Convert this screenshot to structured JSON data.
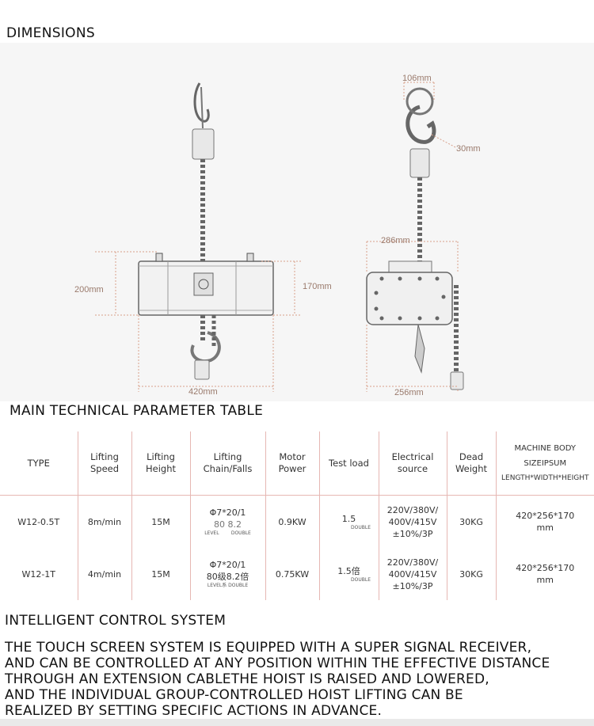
{
  "headings": {
    "dimensions": "DIMENSIONS",
    "param_table": "MAIN TECHNICAL PARAMETER TABLE",
    "control": "INTELLIGENT CONTROL SYSTEM"
  },
  "dimensions": {
    "front_height_outer": "200mm",
    "front_height_inner": "170mm",
    "front_width": "420mm",
    "side_hook_width": "106mm",
    "side_hook_throat": "30mm",
    "side_body_length": "286mm",
    "side_width": "256mm"
  },
  "table": {
    "headers": [
      "TYPE",
      "Lifting Speed",
      "Lifting Height",
      "Lifting Chain/Falls",
      "Motor Power",
      "Test load",
      "Electrical source",
      "Dead Weight"
    ],
    "machine_body_header": [
      "MACHINE BODY",
      "SIZEIPSUM",
      "LENGTH*WIDTH*HEIGHT"
    ],
    "rows": [
      {
        "type": "W12-0.5T",
        "speed": "8m/min",
        "height": "15M",
        "chain_line1": "Φ7*20/1",
        "chain_line2": "80  8.2",
        "chain_level": "LEVEL",
        "chain_double": "DOUBLE",
        "power": "0.9KW",
        "test": "1.5",
        "test_sub": "DOUBLE",
        "elec_line1": "220V/380V/",
        "elec_line2": "400V/415V",
        "elec_line3": "±10%/3P",
        "weight": "30KG",
        "size": "420*256*170",
        "size_unit": "mm"
      },
      {
        "type": "W12-1T",
        "speed": "4m/min",
        "height": "15M",
        "chain_line1": "Φ7*20/1",
        "chain_line2": "80级8.2倍",
        "chain_level": "LEVEL系",
        "chain_double": "DOUBLE",
        "power": "0.75KW",
        "test": "1.5倍",
        "test_sub": "DOUBLE",
        "elec_line1": "220V/380V/",
        "elec_line2": "400V/415V",
        "elec_line3": "±10%/3P",
        "weight": "30KG",
        "size": "420*256*170",
        "size_unit": "mm"
      }
    ]
  },
  "body_lines": [
    "THE TOUCH SCREEN SYSTEM IS EQUIPPED WITH A SUPER SIGNAL RECEIVER,",
    "AND CAN BE CONTROLLED AT ANY POSITION WITHIN THE EFFECTIVE DISTANCE",
    "THROUGH AN EXTENSION CABLETHE HOIST IS RAISED AND LOWERED,",
    "AND THE INDIVIDUAL GROUP-CONTROLLED HOIST LIFTING CAN BE",
    " REALIZED BY SETTING SPECIFIC ACTIONS IN ADVANCE."
  ]
}
